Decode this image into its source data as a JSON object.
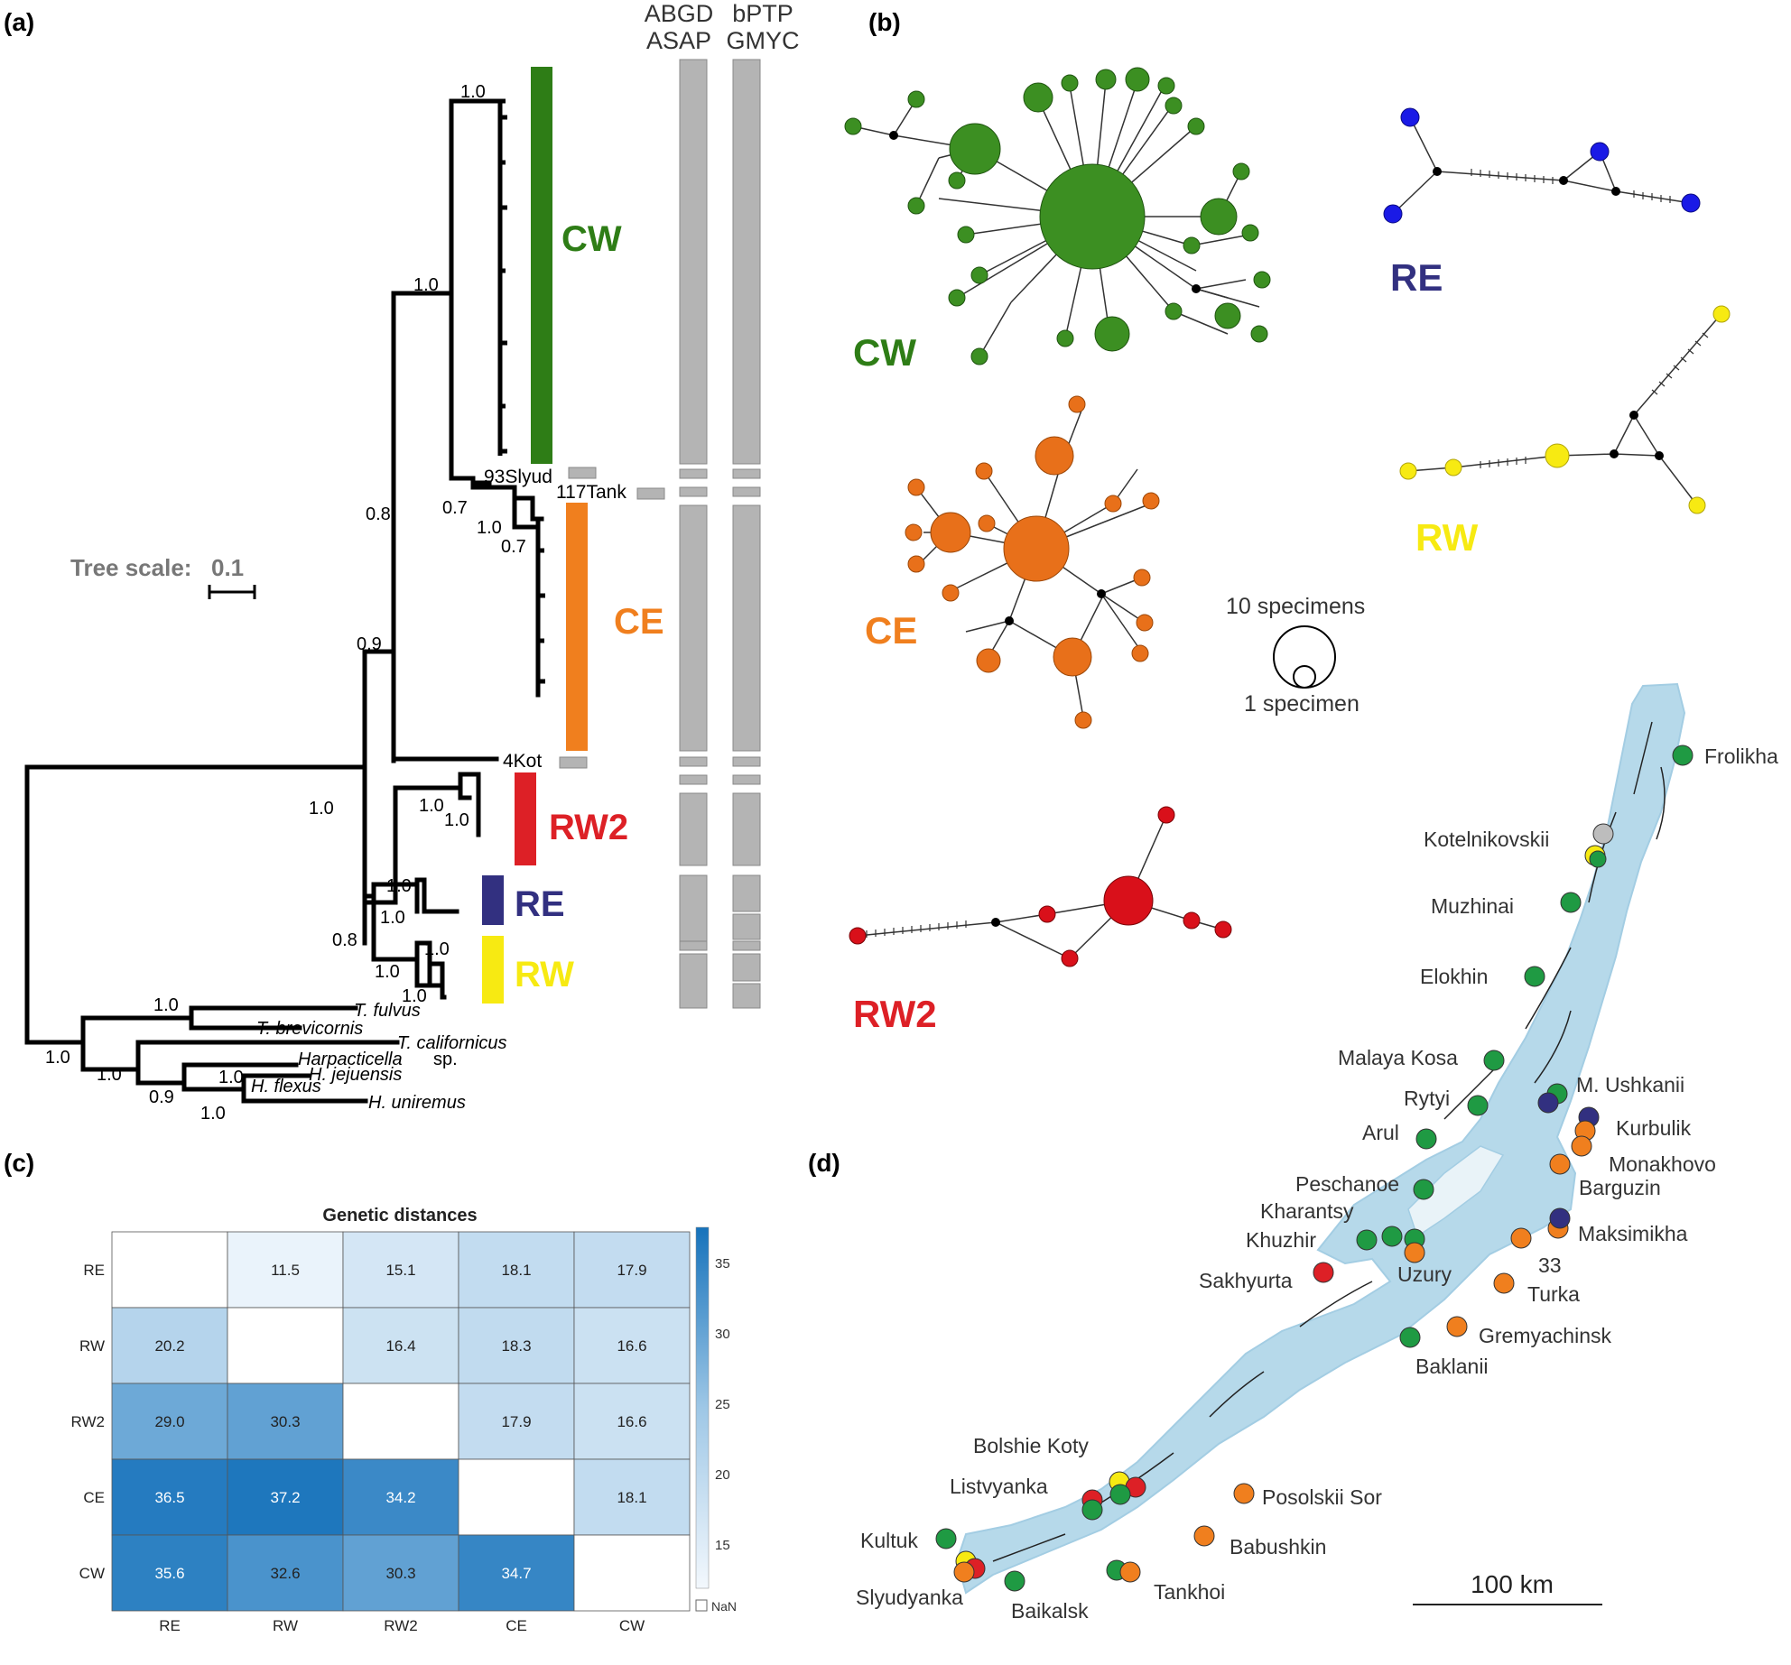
{
  "panels": {
    "a": "(a)",
    "b": "(b)",
    "c": "(c)",
    "d": "(d)"
  },
  "colors": {
    "CW": "#2e7d16",
    "CE": "#f07f1e",
    "RW2": "#dd2026",
    "RE": "#323080",
    "RW": "#f7ea12",
    "grey": "#b4b4b4",
    "lake": "#b6d9ea",
    "netCW": "#3c8f22"
  },
  "tree": {
    "scale_label": "Tree scale:",
    "scale_value": "0.1",
    "method_headers": [
      "ABGD",
      "ASAP",
      "bPTP",
      "GMYC"
    ],
    "clades": [
      "CW",
      "CE",
      "RW2",
      "RE",
      "RW"
    ],
    "tips": [
      "93Slyud",
      "117Tank",
      "4Kot"
    ],
    "support": [
      "1.0",
      "1.0",
      "0.7",
      "0.8",
      "1.0",
      "0.7",
      "0.9",
      "1.0",
      "1.0",
      "1.0",
      "1.0",
      "1.0",
      "0.8",
      "1.0",
      "1.0",
      "1.0",
      "1.0",
      "1.0",
      "1.0",
      "1.0",
      "0.9",
      "1.0"
    ],
    "outgroup_names": [
      "T. fulvus",
      "T. brevicornis",
      "T. californicus",
      "Harpacticella",
      "sp.",
      "H. jejuensis",
      "H. flexus",
      "H. uniremus"
    ]
  },
  "networks": {
    "labels": [
      "CW",
      "RE",
      "RW",
      "CE",
      "RW2"
    ],
    "legend": [
      "10 specimens",
      "1 specimen"
    ]
  },
  "heatmap": {
    "title": "Genetic distances",
    "rows": [
      "RE",
      "RW",
      "RW2",
      "CE",
      "CW"
    ],
    "cols": [
      "RE",
      "RW",
      "RW2",
      "CE",
      "CW"
    ],
    "values": [
      [
        null,
        "11.5",
        "15.1",
        "18.1",
        "17.9"
      ],
      [
        "20.2",
        null,
        "16.4",
        "18.3",
        "16.6"
      ],
      [
        "29.0",
        "30.3",
        null,
        "17.9",
        "16.6"
      ],
      [
        "36.5",
        "37.2",
        "34.2",
        null,
        "18.1"
      ],
      [
        "35.6",
        "32.6",
        "30.3",
        "34.7",
        null
      ]
    ],
    "colorbar_ticks": [
      "35",
      "30",
      "25",
      "20",
      "15"
    ],
    "nan_label": "NaN"
  },
  "map": {
    "scale_label": "100 km",
    "sites": [
      "Frolikha",
      "Kotelnikovskii",
      "Muzhinai",
      "Elokhin",
      "Malaya Kosa",
      "M. Ushkanii",
      "Rytyi",
      "Kurbulik",
      "Arul",
      "Monakhovo",
      "Peschanoe",
      "Barguzin",
      "Kharantsy",
      "Khuzhir",
      "Maksimikha",
      "33",
      "Sakhyurta",
      "Uzury",
      "Turka",
      "Gremyachinsk",
      "Baklanii",
      "Bolshie Koty",
      "Listvyanka",
      "Posolskii Sor",
      "Kultuk",
      "Babushkin",
      "Slyudyanka",
      "Baikalsk",
      "Tankhoi"
    ]
  }
}
